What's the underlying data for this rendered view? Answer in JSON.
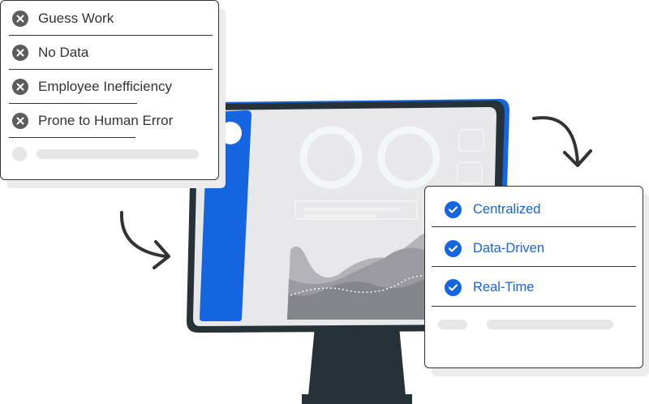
{
  "problems": {
    "items": [
      {
        "label": "Guess Work",
        "icon": "x-circle-icon"
      },
      {
        "label": "No Data",
        "icon": "x-circle-icon"
      },
      {
        "label": "Employee Inefficiency",
        "icon": "x-circle-icon"
      },
      {
        "label": "Prone to Human Error",
        "icon": "x-circle-icon"
      }
    ]
  },
  "solutions": {
    "items": [
      {
        "label": "Centralized",
        "icon": "check-circle-icon"
      },
      {
        "label": "Data-Driven",
        "icon": "check-circle-icon"
      },
      {
        "label": "Real-Time",
        "icon": "check-circle-icon"
      }
    ]
  },
  "colors": {
    "accent": "#1565e0",
    "dark": "#263238",
    "screen": "#e8e8ea"
  }
}
